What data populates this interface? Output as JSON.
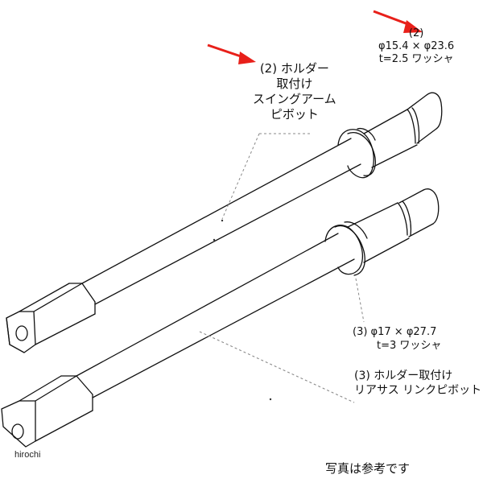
{
  "diagram": {
    "type": "exploded technical line drawing",
    "subject": "two pivot shafts with hex heads and washers",
    "arrow_color": "#e8201a",
    "line_color": "#111111"
  },
  "labels": {
    "upper_holder": {
      "lines": [
        "(2) ホルダー",
        "取付け",
        "スイングアーム",
        "ピボット"
      ]
    },
    "upper_washer": {
      "lines": [
        "(2)",
        "φ15.4 × φ23.6",
        "t=2.5 ワッシャ"
      ]
    },
    "lower_washer": {
      "lines": [
        "(3) φ17 × φ27.7",
        "t=3 ワッシャ"
      ]
    },
    "lower_holder": {
      "lines": [
        "(3) ホルダー取付け",
        "リアサス リンクピボット"
      ]
    }
  },
  "watermark": "hirochi",
  "footer_note": "写真は参考です"
}
